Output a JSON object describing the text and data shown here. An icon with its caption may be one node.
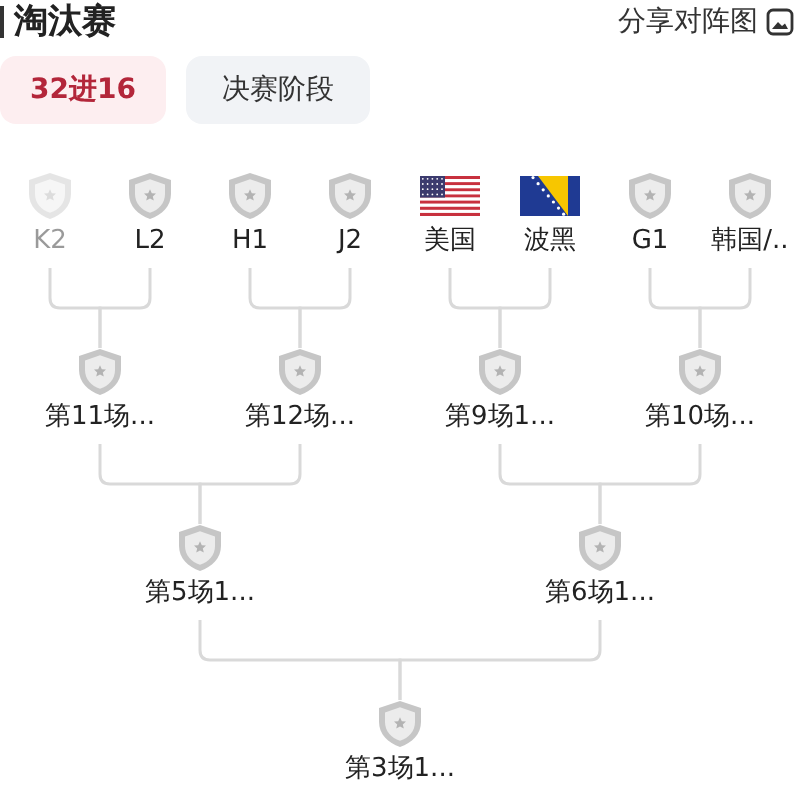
{
  "diagram": {
    "title": "淘汰赛",
    "nodes": [
      {
        "text": [
          "K2"
        ]
      },
      {
        "text": [
          "L2"
        ]
      },
      {
        "text": [
          "H1"
        ]
      },
      {
        "text": [
          "J2"
        ]
      },
      {
        "text": [
          "美国"
        ]
      },
      {
        "text": [
          "波黑"
        ]
      },
      {
        "text": [
          "G1"
        ]
      },
      {
        "text": [
          "韩国/.."
        ]
      },
      {
        "text": [
          "第11场..."
        ]
      },
      {
        "text": [
          "第12场..."
        ]
      },
      {
        "text": [
          "第9场1..."
        ]
      },
      {
        "text": [
          "第10场..."
        ]
      },
      {
        "text": [
          "第5场1..."
        ]
      },
      {
        "text": [
          "第6场1..."
        ]
      },
      {
        "text": [
          "第3场1..."
        ]
      }
    ],
    "edges": [
      {
        "from": 0,
        "to": 8,
        "arrow": "none"
      },
      {
        "from": 1,
        "to": 8,
        "arrow": "none"
      },
      {
        "from": 2,
        "to": 9,
        "arrow": "none"
      },
      {
        "from": 3,
        "to": 9,
        "arrow": "none"
      },
      {
        "from": 4,
        "to": 10,
        "arrow": "none"
      },
      {
        "from": 5,
        "to": 10,
        "arrow": "none"
      },
      {
        "from": 6,
        "to": 11,
        "arrow": "none"
      },
      {
        "from": 7,
        "to": 11,
        "arrow": "none"
      },
      {
        "from": 8,
        "to": 12,
        "arrow": "none"
      },
      {
        "from": 9,
        "to": 12,
        "arrow": "none"
      },
      {
        "from": 10,
        "to": 13,
        "arrow": "none"
      },
      {
        "from": 11,
        "to": 13,
        "arrow": "none"
      },
      {
        "from": 12,
        "to": 14,
        "arrow": "none"
      },
      {
        "from": 13,
        "to": 14,
        "arrow": "none"
      }
    ],
    "labels": [
      "分享对阵图",
      "32进16",
      "决赛阶段"
    ]
  }
}
